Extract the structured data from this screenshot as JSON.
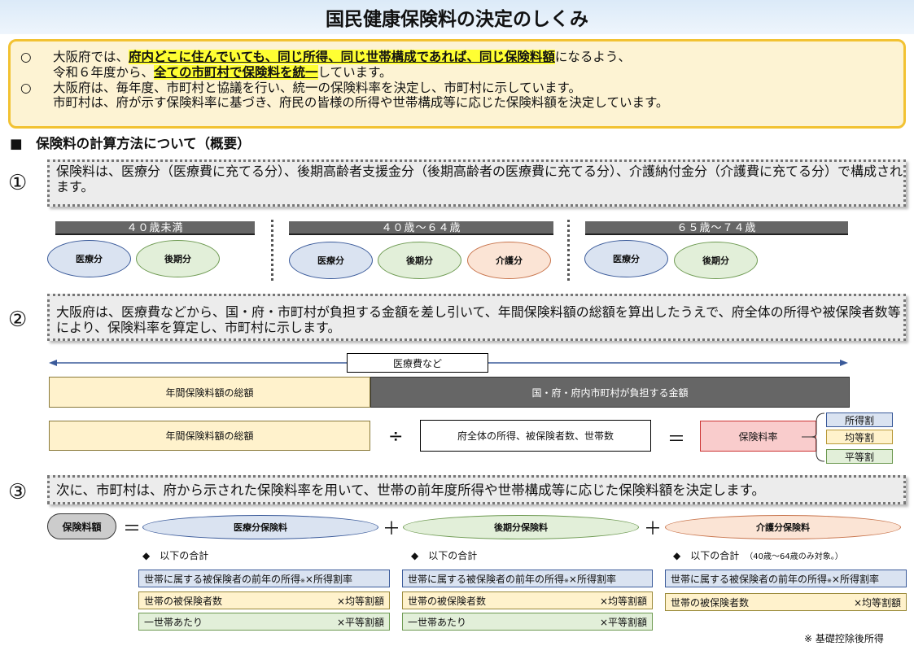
{
  "title": "国民健康保険料の決定のしくみ",
  "intro": {
    "mark": "○",
    "p1_a": "大阪府では、",
    "p1_hl": "府内どこに住んでいても、同じ所得、同じ世帯構成であれば、同じ保険料額",
    "p1_b": "になるよう、",
    "p2_a": "令和６年度から、",
    "p2_hl": "全ての市町村で保険料を統一",
    "p2_b": "しています。",
    "p3": "大阪府は、毎年度、市町村と協議を行い、統一の保険料率を決定し、市町村に示しています。",
    "p4": "市町村は、府が示す保険料率に基づき、府民の皆様の所得や世帯構成等に応じた保険料額を決定しています。"
  },
  "section_head": "■　保険料の計算方法について（概要）",
  "step1": {
    "num": "①",
    "text": "保険料は、医療分（医療費に充てる分）、後期高齢者支援金分（後期高齢者の医療費に充てる分）、介護納付金分（介護費に充てる分）で構成されます。",
    "groups": [
      {
        "age": "４０歳未満",
        "items": [
          "医療分",
          "後期分"
        ]
      },
      {
        "age": "４０歳～６４歳",
        "items": [
          "医療分",
          "後期分",
          "介護分"
        ]
      },
      {
        "age": "６５歳～７４歳",
        "items": [
          "医療分",
          "後期分"
        ]
      }
    ]
  },
  "step2": {
    "num": "②",
    "text": "大阪府は、医療費などから、国・府・市町村が負担する金額を差し引いて、年間保険料額の総額を算出したうえで、府全体の所得や被保険者数等により、保険料率を算定し、市町村に示します。",
    "arrow_label": "医療費など",
    "total": "年間保険料額の総額",
    "burden": "国・府・府内市町村が負担する金額",
    "divide": "÷",
    "divisor": "府全体の所得、被保険者数、世帯数",
    "equals": "＝",
    "rate": "保険料率",
    "rate_items": [
      "所得割",
      "均等割",
      "平等割"
    ]
  },
  "step3": {
    "num": "③",
    "text": "次に、市町村は、府から示された保険料率を用いて、世帯の前年度所得や世帯構成等に応じた保険料額を決定します。",
    "fee": "保険料額",
    "eq": "＝",
    "plus": "＋",
    "parts": [
      {
        "name": "医療分保険料",
        "sum_label": "◆　以下の合計",
        "sum_note": ""
      },
      {
        "name": "後期分保険料",
        "sum_label": "◆　以下の合計",
        "sum_note": ""
      },
      {
        "name": "介護分保険料",
        "sum_label": "◆　以下の合計",
        "sum_note": "（40歳～64歳のみ対象。）"
      }
    ],
    "row_income": "世帯に属する被保険者の前年の所得",
    "row_income_mark": "※",
    "row_income_rate": "×所得割率",
    "row_persons": "世帯の被保険者数",
    "row_persons_rate": "×均等割額",
    "row_household": "一世帯あたり",
    "row_household_rate": "×平等割額",
    "footnote": "※ 基礎控除後所得"
  },
  "colors": {
    "highlight": "#ffff33",
    "intro_border": "#f2c232",
    "rate_pink": "#f9cccc"
  }
}
